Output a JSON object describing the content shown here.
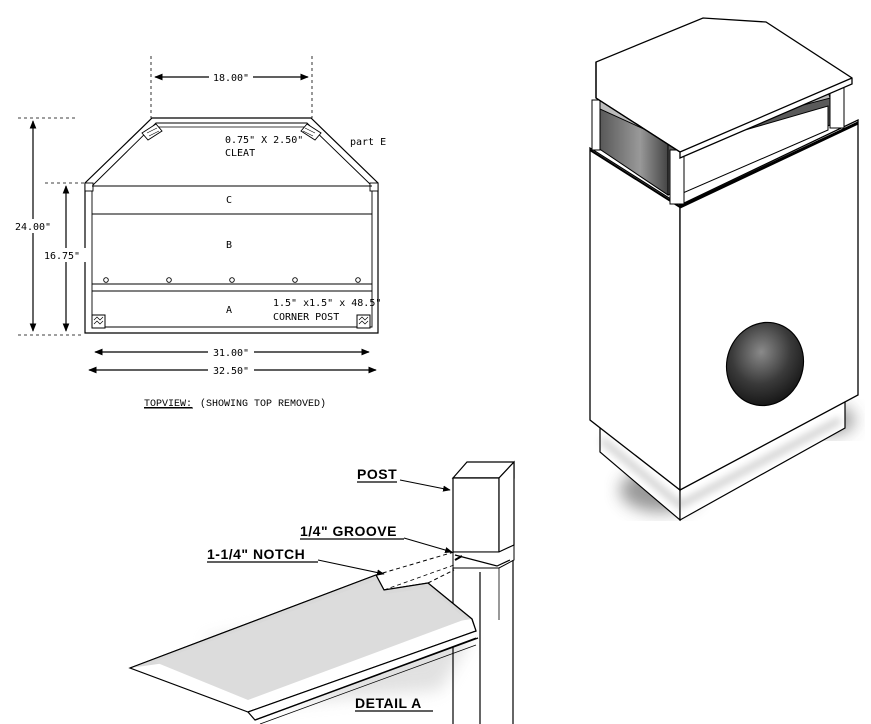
{
  "topview": {
    "dim_top": "18.00\"",
    "dim_total_height": "24.00\"",
    "dim_body_height": "16.75\"",
    "dim_inner_width": "31.00\"",
    "dim_outer_width": "32.50\"",
    "cleat_size": "0.75\" X 2.50\"",
    "cleat_label": "CLEAT",
    "part_e": "part E",
    "part_c": "C",
    "part_b": "B",
    "part_a": "A",
    "post_size": "1.5\" x1.5\" x 48.5\"",
    "post_label": "CORNER POST",
    "caption_underlined": "TOPVIEW:",
    "caption_rest": "(SHOWING TOP REMOVED)"
  },
  "detail": {
    "post": "POST",
    "groove": "1/4\" GROOVE",
    "notch": "1-1/4\" NOTCH",
    "title": "DETAIL A"
  }
}
